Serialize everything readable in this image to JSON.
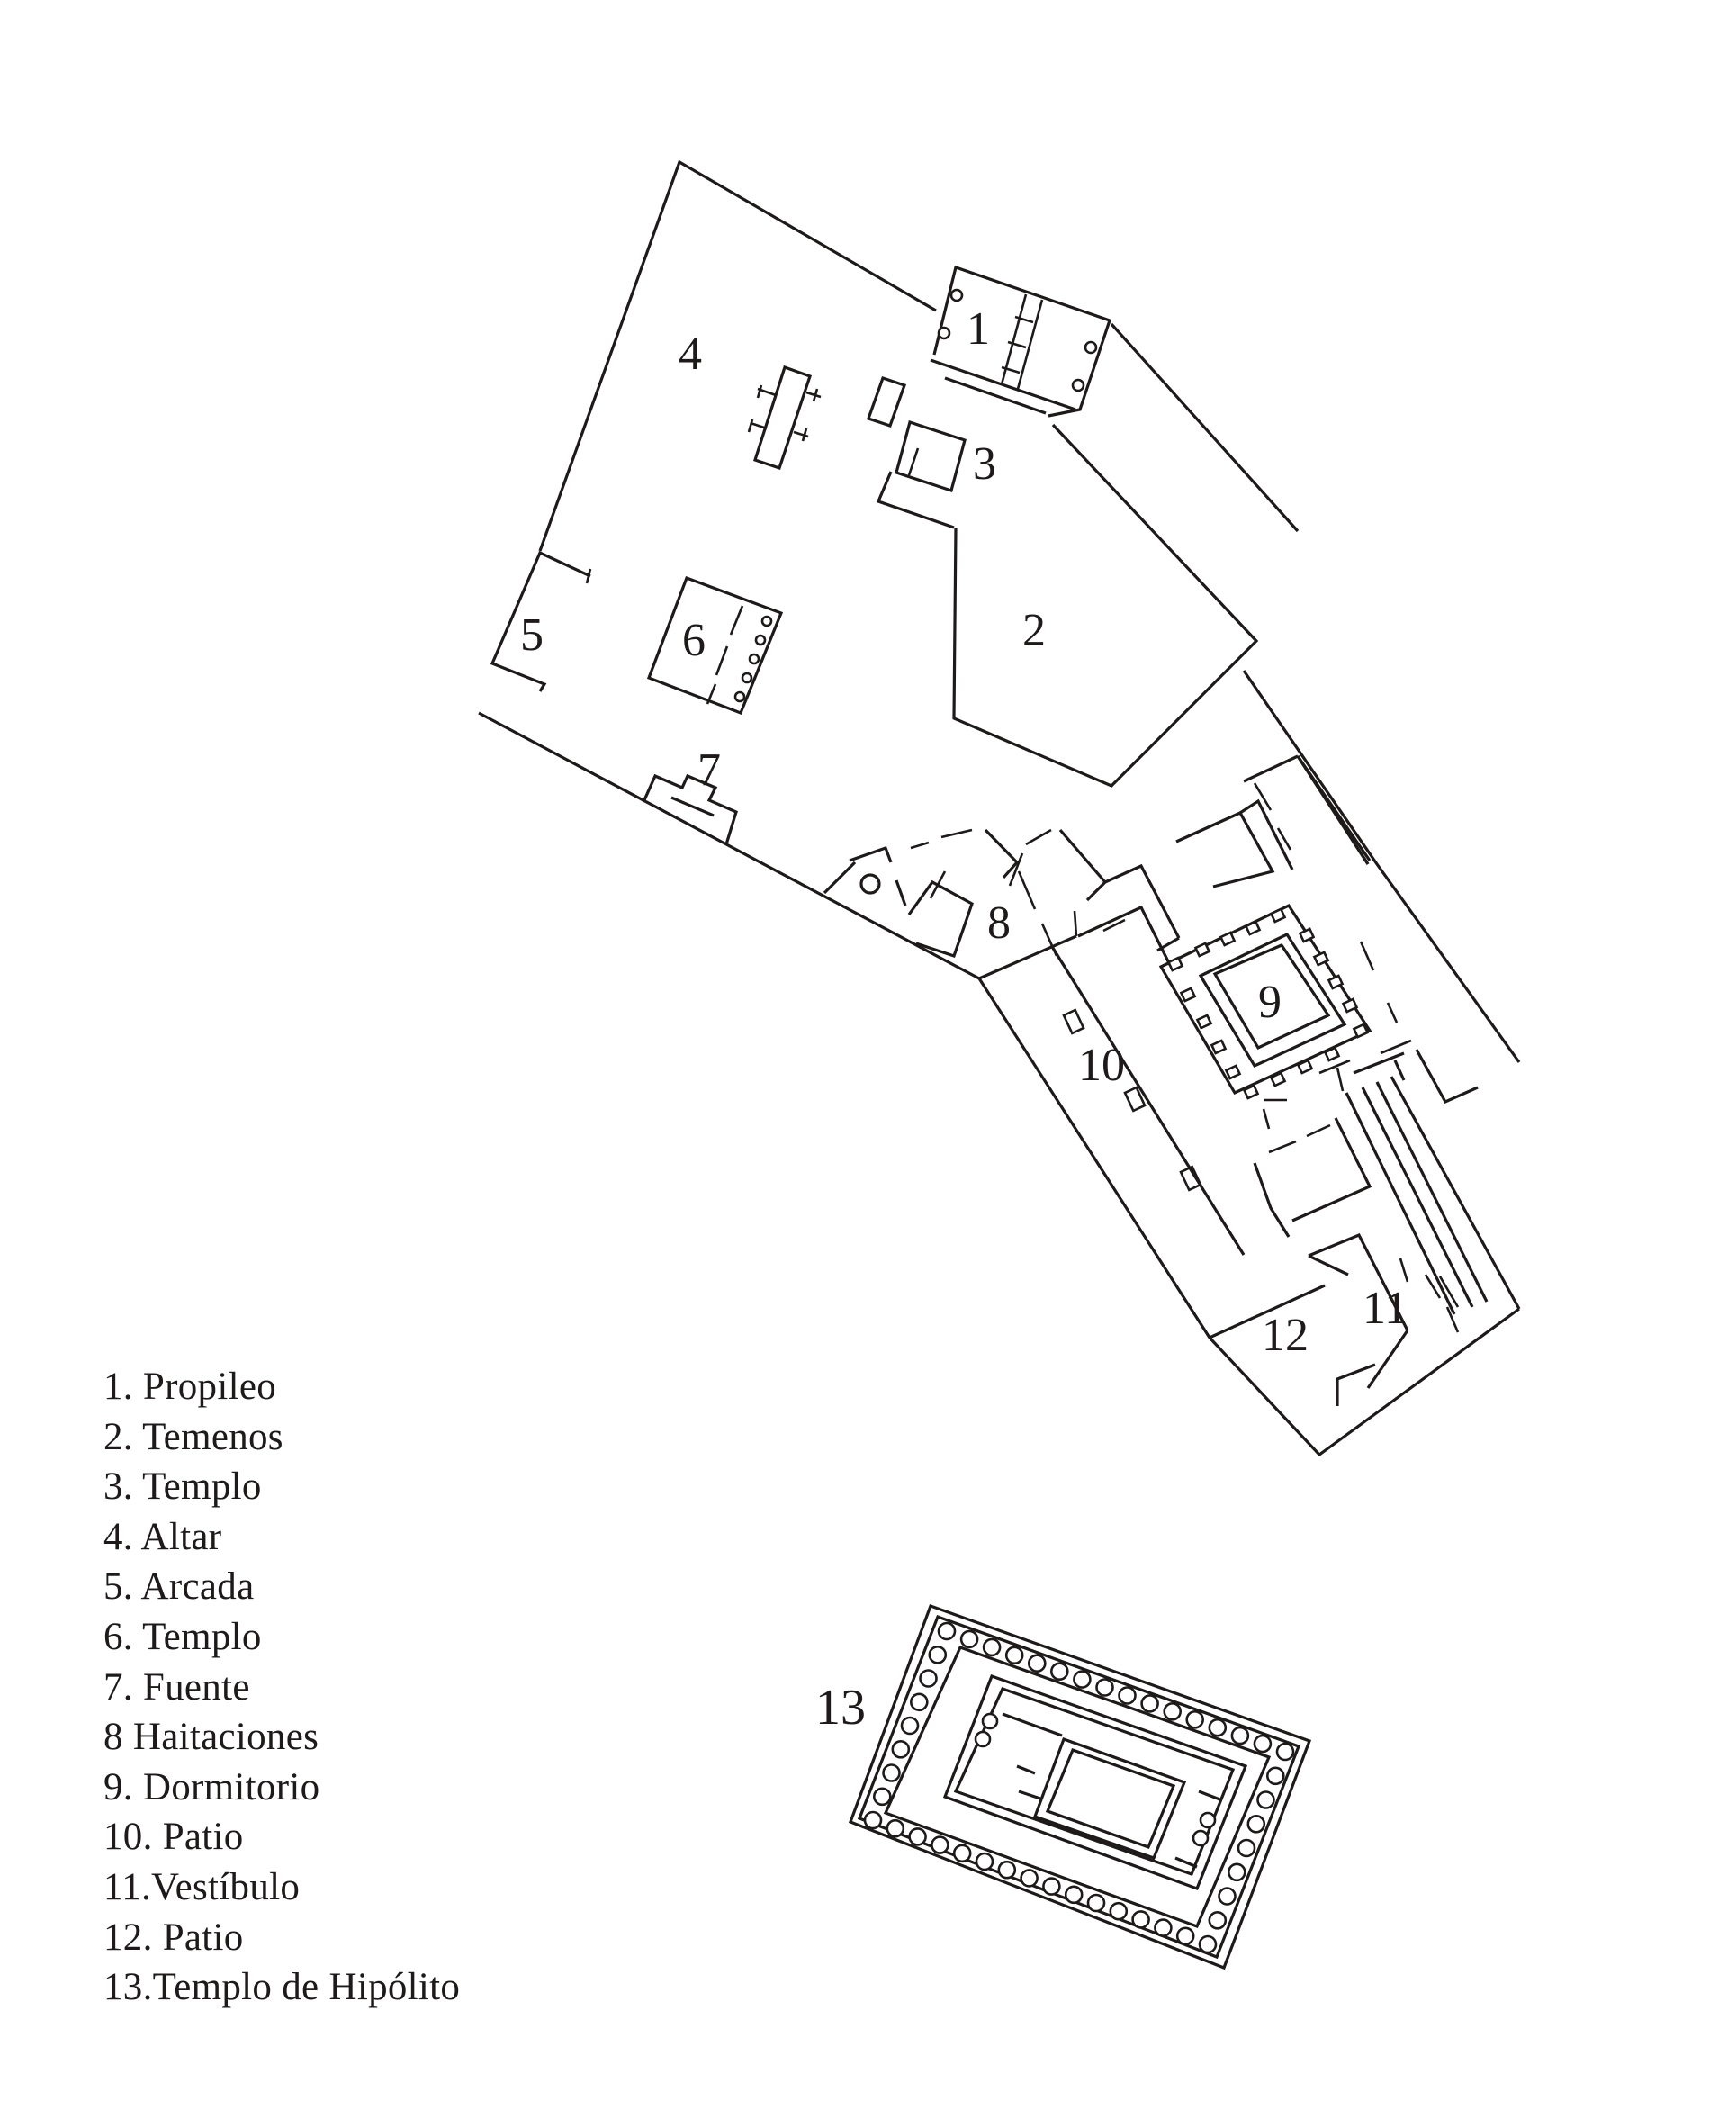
{
  "plan": {
    "labels": {
      "n1": "1",
      "n2": "2",
      "n3": "3",
      "n4": "4",
      "n5": "5",
      "n6": "6",
      "n7": "7",
      "n8": "8",
      "n9": "9",
      "n10": "10",
      "n11": "11",
      "n12": "12",
      "n13": "13"
    }
  },
  "legend": [
    "1. Propileo",
    "2. Temenos",
    "3. Templo",
    "4. Altar",
    "5. Arcada",
    "6. Templo",
    "7. Fuente",
    "8 Haitaciones",
    "9. Dormitorio",
    "10. Patio",
    "11.Vestíbulo",
    "12. Patio",
    "13.Templo de Hipólito"
  ]
}
